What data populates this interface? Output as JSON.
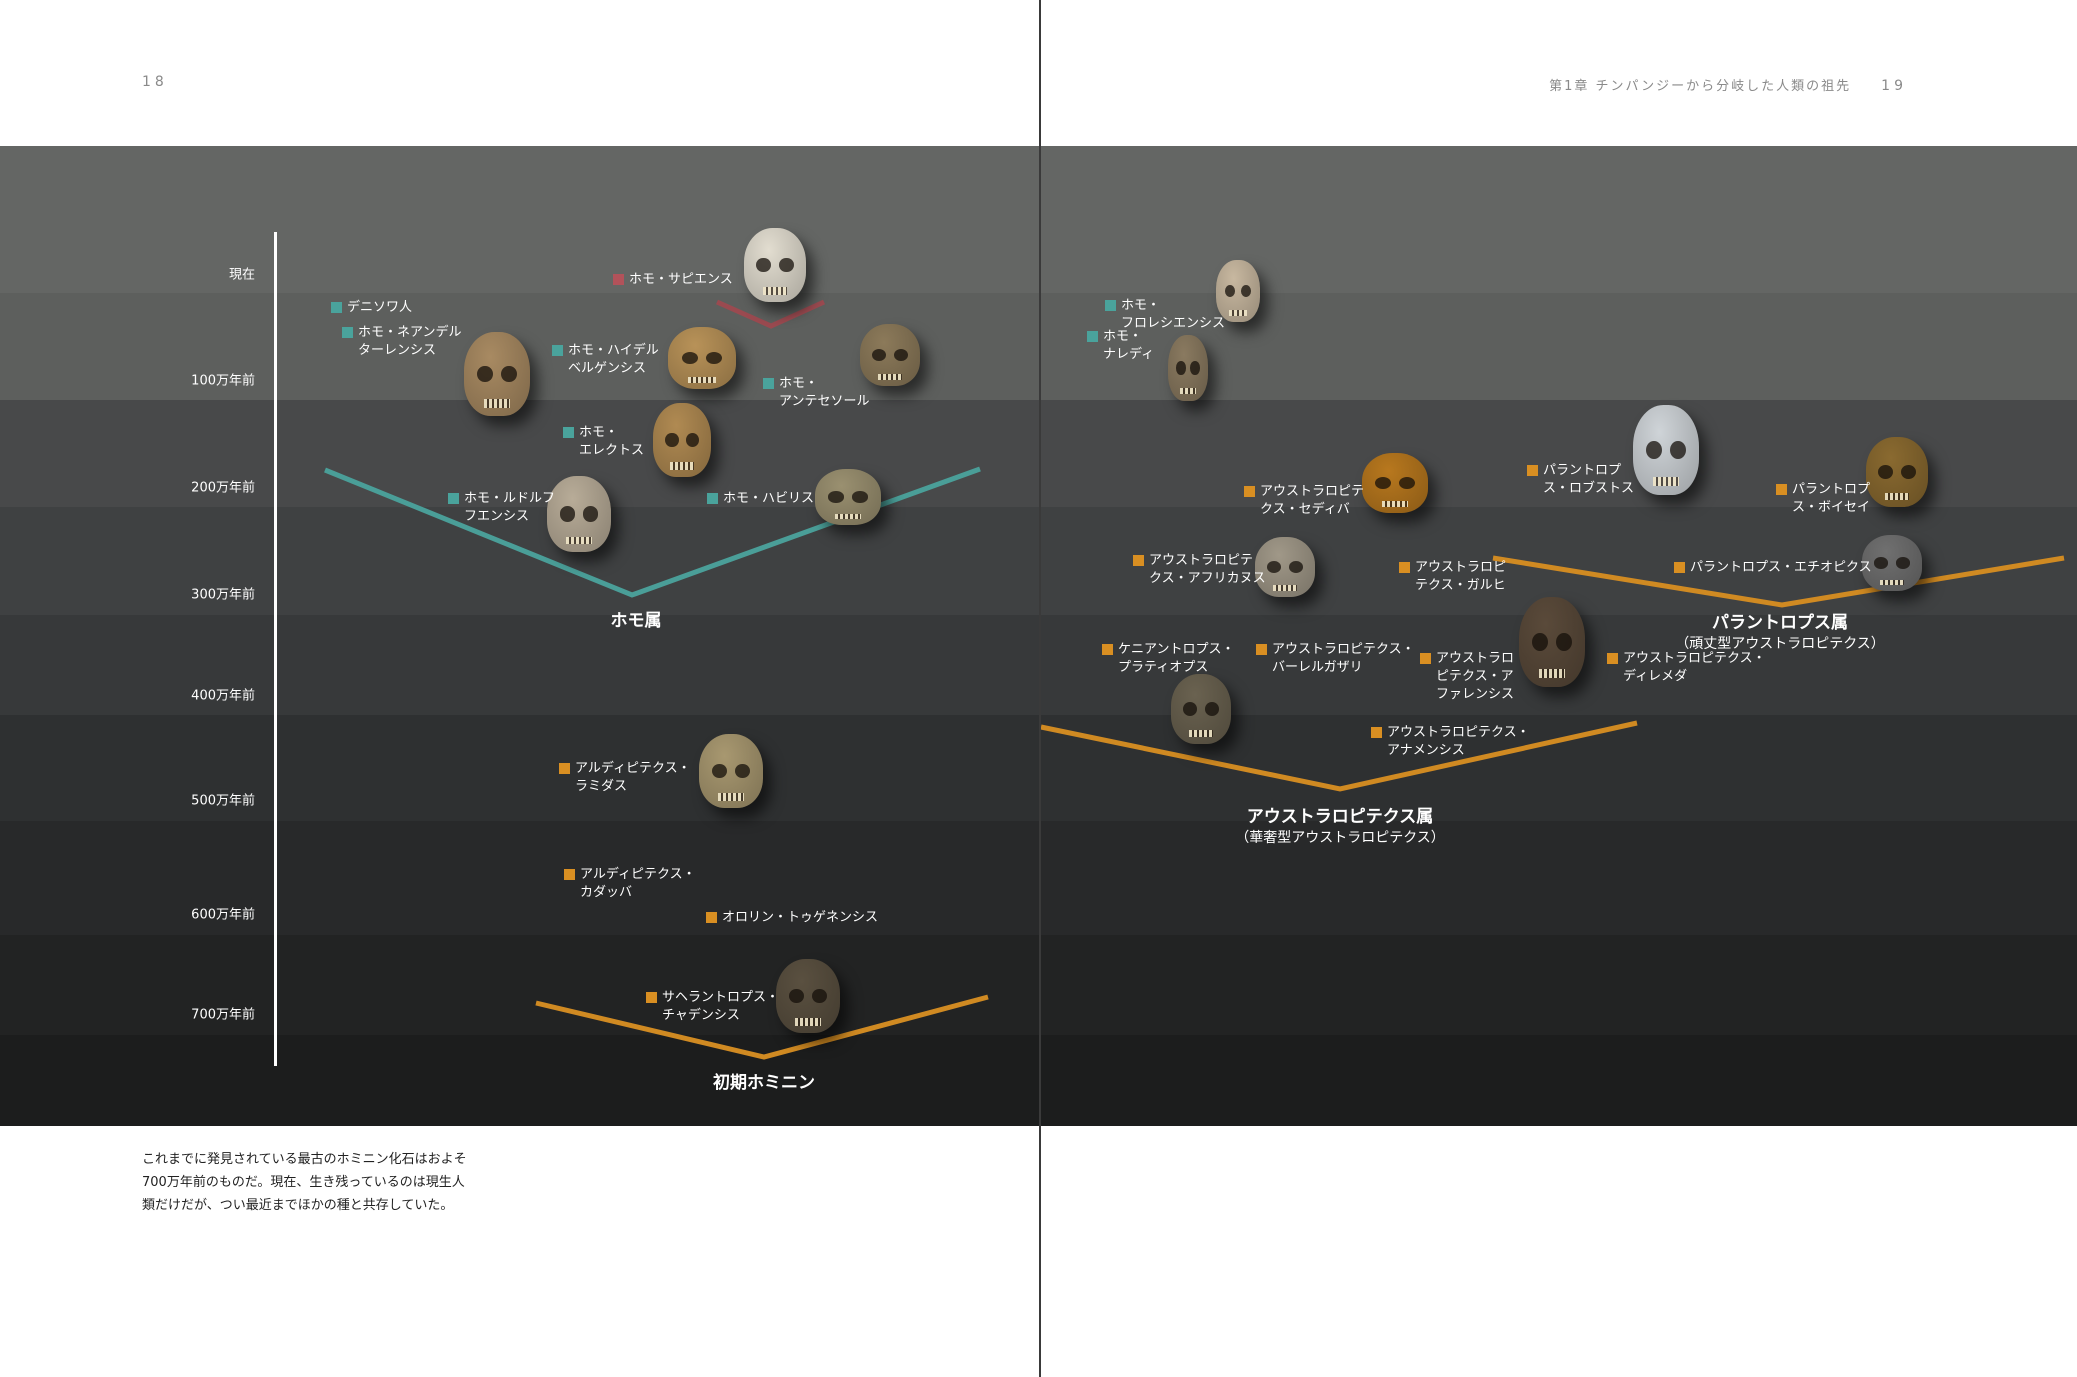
{
  "header": {
    "left_page_number": "18",
    "right_page_number": "19",
    "running_head": "第1章 チンパンジーから分岐した人類の祖先"
  },
  "timeline": {
    "labels": [
      "現在",
      "100万年前",
      "200万年前",
      "300万年前",
      "400万年前",
      "500万年前",
      "600万年前",
      "700万年前"
    ]
  },
  "colors": {
    "homo": "#4aa39c",
    "sapiens": "#b2525a",
    "australopith": "#d98f22",
    "homo_line": "#4a9e98",
    "sapiens_line": "#9a4a50",
    "orange_line": "#d08a22"
  },
  "species": [
    {
      "lines": [
        "デニソワ人"
      ],
      "group": "homo"
    },
    {
      "lines": [
        "ホモ・ネアンデル",
        "ターレンシス"
      ],
      "group": "homo"
    },
    {
      "lines": [
        "ホモ・サピエンス"
      ],
      "group": "sapiens"
    },
    {
      "lines": [
        "ホモ・ハイデル",
        "ベルゲンシス"
      ],
      "group": "homo"
    },
    {
      "lines": [
        "ホモ・",
        "アンテセソール"
      ],
      "group": "homo"
    },
    {
      "lines": [
        "ホモ・",
        "エレクトス"
      ],
      "group": "homo"
    },
    {
      "lines": [
        "ホモ・ルドルフ",
        "フエンシス"
      ],
      "group": "homo"
    },
    {
      "lines": [
        "ホモ・ハビリス"
      ],
      "group": "homo"
    },
    {
      "lines": [
        "アルディピテクス・",
        "ラミダス"
      ],
      "group": "australopith"
    },
    {
      "lines": [
        "アルディピテクス・",
        "カダッバ"
      ],
      "group": "australopith"
    },
    {
      "lines": [
        "オロリン・トゥゲネンシス"
      ],
      "group": "australopith"
    },
    {
      "lines": [
        "サヘラントロプス・",
        "チャデンシス"
      ],
      "group": "australopith"
    },
    {
      "lines": [
        "ホモ・",
        "フロレシエンシス"
      ],
      "group": "homo"
    },
    {
      "lines": [
        "ホモ・",
        "ナレディ"
      ],
      "group": "homo"
    },
    {
      "lines": [
        "アウストラロピテ",
        "クス・セディバ"
      ],
      "group": "australopith"
    },
    {
      "lines": [
        "パラントロプ",
        "ス・ロブストス"
      ],
      "group": "australopith"
    },
    {
      "lines": [
        "パラントロプ",
        "ス・ボイセイ"
      ],
      "group": "australopith"
    },
    {
      "lines": [
        "アウストラロピテ",
        "クス・アフリカヌス"
      ],
      "group": "australopith"
    },
    {
      "lines": [
        "アウストラロピ",
        "テクス・ガルヒ"
      ],
      "group": "australopith"
    },
    {
      "lines": [
        "パラントロプス・エチオピクス"
      ],
      "group": "australopith"
    },
    {
      "lines": [
        "ケニアントロプス・",
        "プラティオプス"
      ],
      "group": "australopith"
    },
    {
      "lines": [
        "アウストラロピテクス・",
        "バーレルガザリ"
      ],
      "group": "australopith"
    },
    {
      "lines": [
        "アウストラロ",
        "ピテクス・ア",
        "ファレンシス"
      ],
      "group": "australopith"
    },
    {
      "lines": [
        "アウストラロピテクス・",
        "ディレメダ"
      ],
      "group": "australopith"
    },
    {
      "lines": [
        "アウストラロピテクス・",
        "アナメンシス"
      ],
      "group": "australopith"
    }
  ],
  "groups": {
    "homo": {
      "title": "ホモ属"
    },
    "early": {
      "title": "初期ホミニン"
    },
    "australopithecus": {
      "title": "アウストラロピテクス属",
      "subtitle": "（華奢型アウストラロピテクス）"
    },
    "paranthropus": {
      "title": "パラントロプス属",
      "subtitle": "（頑丈型アウストラロピテクス）"
    }
  },
  "caption": {
    "lines": [
      "これまでに発見されている最古のホミニン化石はおよそ",
      "700万年前のものだ。現在、生き残っているのは現生人",
      "類だけだが、つい最近までほかの種と共存していた。"
    ]
  }
}
